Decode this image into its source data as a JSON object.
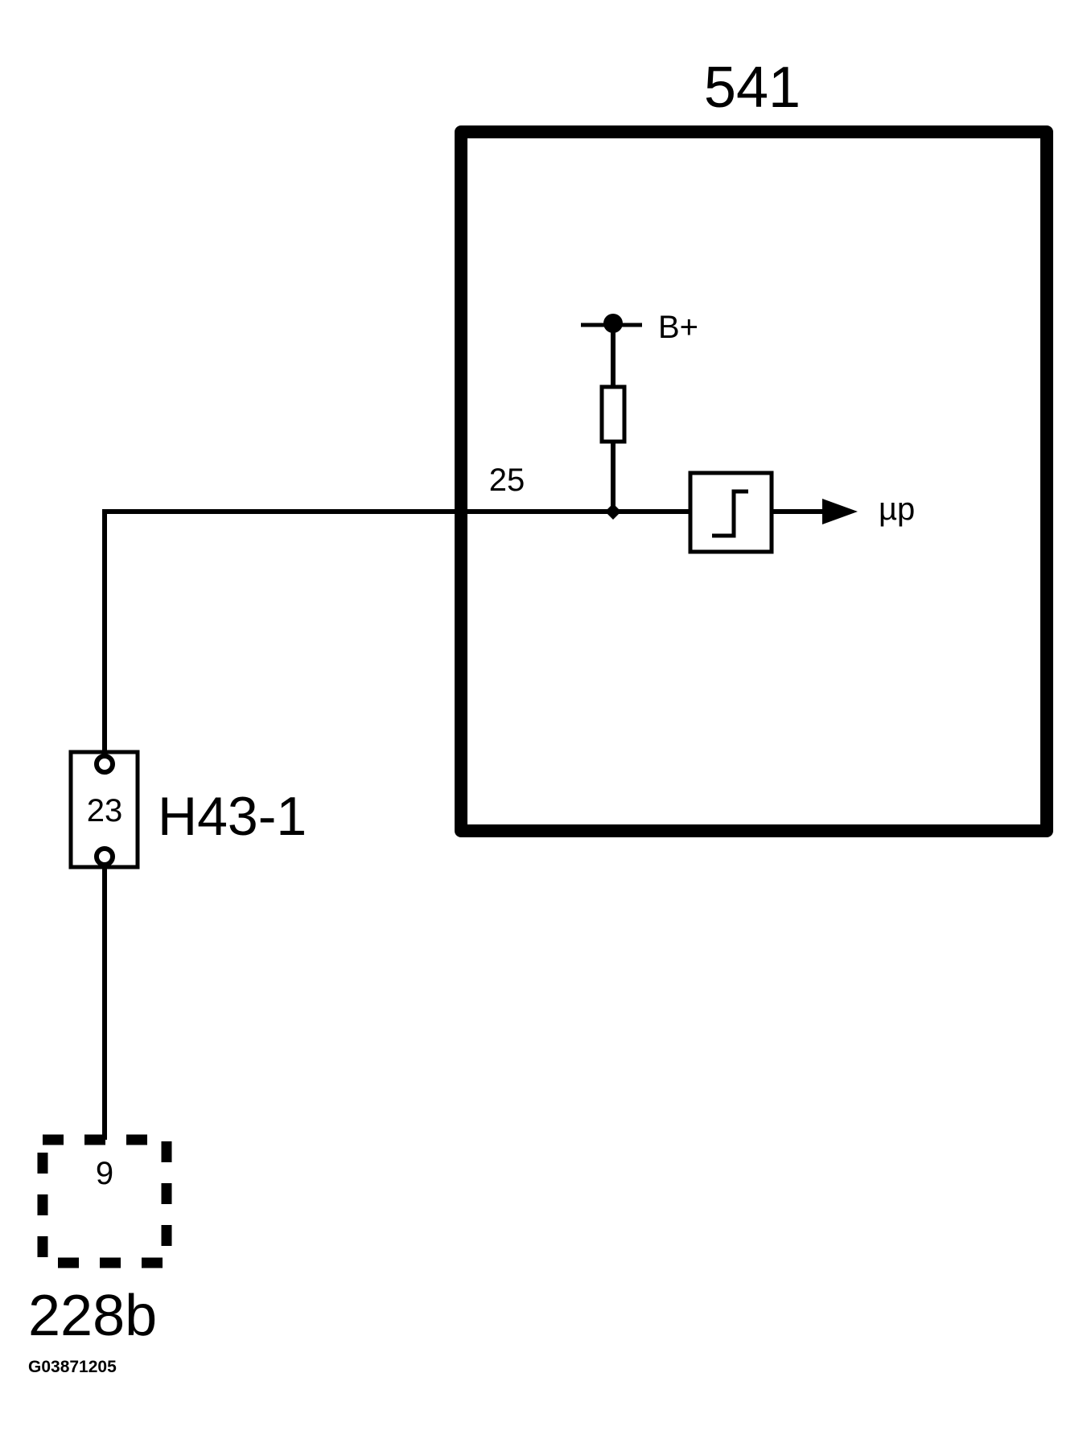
{
  "module": {
    "id": "541",
    "input_pin": "25",
    "supply_label": "B+",
    "output_label": "µp"
  },
  "connector": {
    "id": "H43-1",
    "pin": "23"
  },
  "component": {
    "id": "228b",
    "pin": "9"
  },
  "figure_code": "G03871205",
  "colors": {
    "line": "#000000",
    "background": "#ffffff"
  }
}
